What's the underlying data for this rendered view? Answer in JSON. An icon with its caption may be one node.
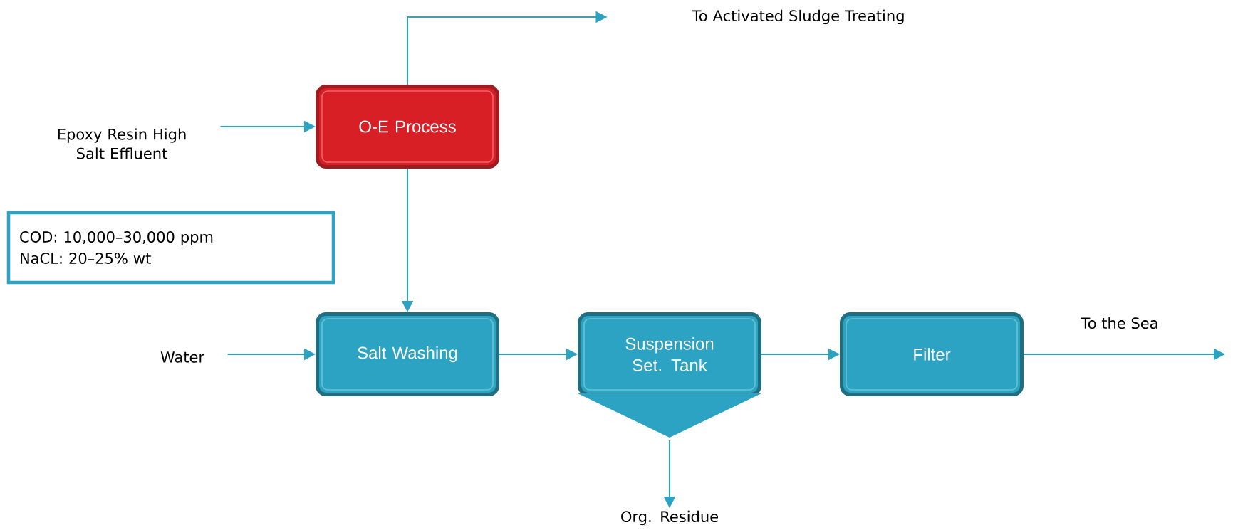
{
  "diagram": {
    "nodes": [
      {
        "text": [
          "Epoxy Resin High Salt Effluent"
        ]
      },
      {
        "text": [
          "O-E Process"
        ]
      },
      {
        "text": [
          "To Activated Sludge Treating"
        ]
      },
      {
        "text": [
          "COD: 10,000–30,000 ppm",
          "NaCL: 20–25% wt"
        ]
      },
      {
        "text": [
          "Water"
        ]
      },
      {
        "text": [
          "Salt Washing"
        ]
      },
      {
        "text": [
          "Suspension Set. Tank"
        ]
      },
      {
        "text": [
          "Filter"
        ]
      },
      {
        "text": [
          "Org. Residue"
        ]
      }
    ],
    "edges": [
      {
        "from": 0,
        "to": 1,
        "arrow": "to"
      },
      {
        "from": 1,
        "to": 2,
        "arrow": "to"
      },
      {
        "from": 1,
        "to": 5,
        "arrow": "to"
      },
      {
        "from": 4,
        "to": 5,
        "arrow": "to"
      },
      {
        "from": 5,
        "to": 6,
        "arrow": "to"
      },
      {
        "from": 6,
        "to": 7,
        "arrow": "to"
      },
      {
        "from": 7,
        "to": null,
        "arrow": "to",
        "label": "To the Sea"
      },
      {
        "from": 6,
        "to": 8,
        "arrow": "to"
      }
    ]
  }
}
